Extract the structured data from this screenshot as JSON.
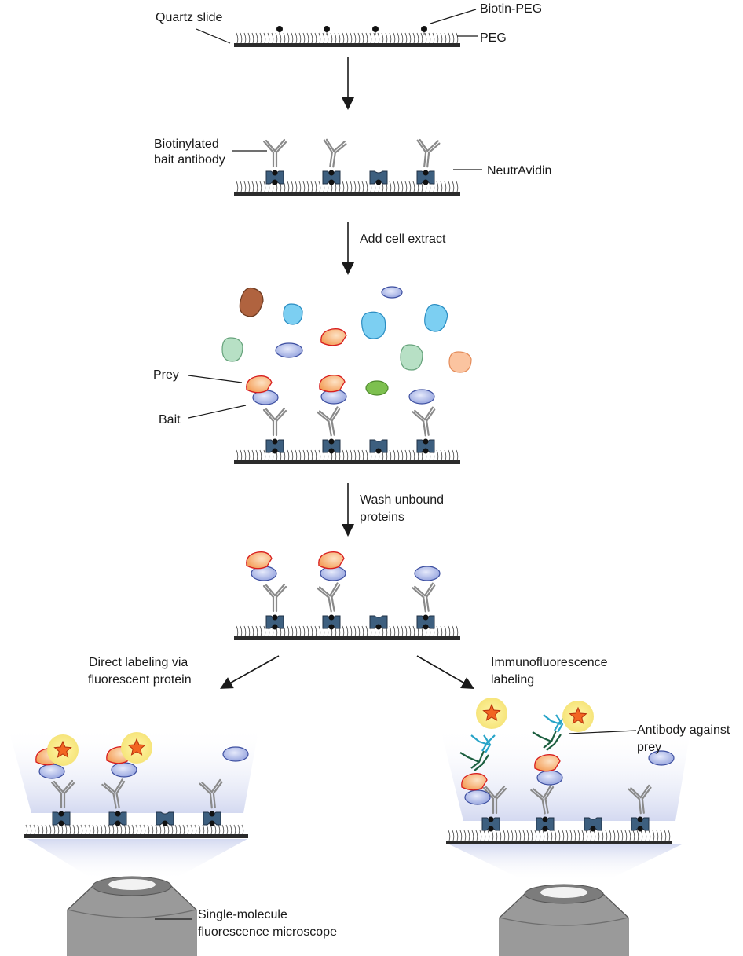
{
  "labels": {
    "quartz_slide": "Quartz slide",
    "biotin_peg": "Biotin-PEG",
    "peg": "PEG",
    "biotinylated_line1": "Biotinylated",
    "biotinylated_line2": "bait antibody",
    "neutravidin": "NeutrAvidin",
    "add_cell_extract": "Add cell extract",
    "prey": "Prey",
    "bait": "Bait",
    "wash_line1": "Wash unbound",
    "wash_line2": "proteins",
    "direct_line1": "Direct labeling via",
    "direct_line2": "fluorescent protein",
    "immuno_line1": "Immunofluorescence",
    "immuno_line2": "labeling",
    "antibody_prey_line1": "Antibody against",
    "antibody_prey_line2": "prey",
    "microscope_line1": "Single-molecule",
    "microscope_line2": "fluorescence microscope"
  },
  "colors": {
    "slide": "#2b2b2b",
    "peg": "#555555",
    "neutravidin": "#3d5f7f",
    "antibody": "#8a8a8a",
    "bait_fill": "#a8b4e4",
    "bait_stroke": "#3d4fa0",
    "prey_fill": "#f5a15a",
    "prey_stroke": "#d81e1e",
    "anti_prey_antibody": "#1b5e3f",
    "secondary_antibody": "#27a4c8",
    "fluorophore": "#f26522",
    "glow": "#fbe87a",
    "microscope": "#9a9a9a",
    "light_cone": "#d8dcf0"
  }
}
